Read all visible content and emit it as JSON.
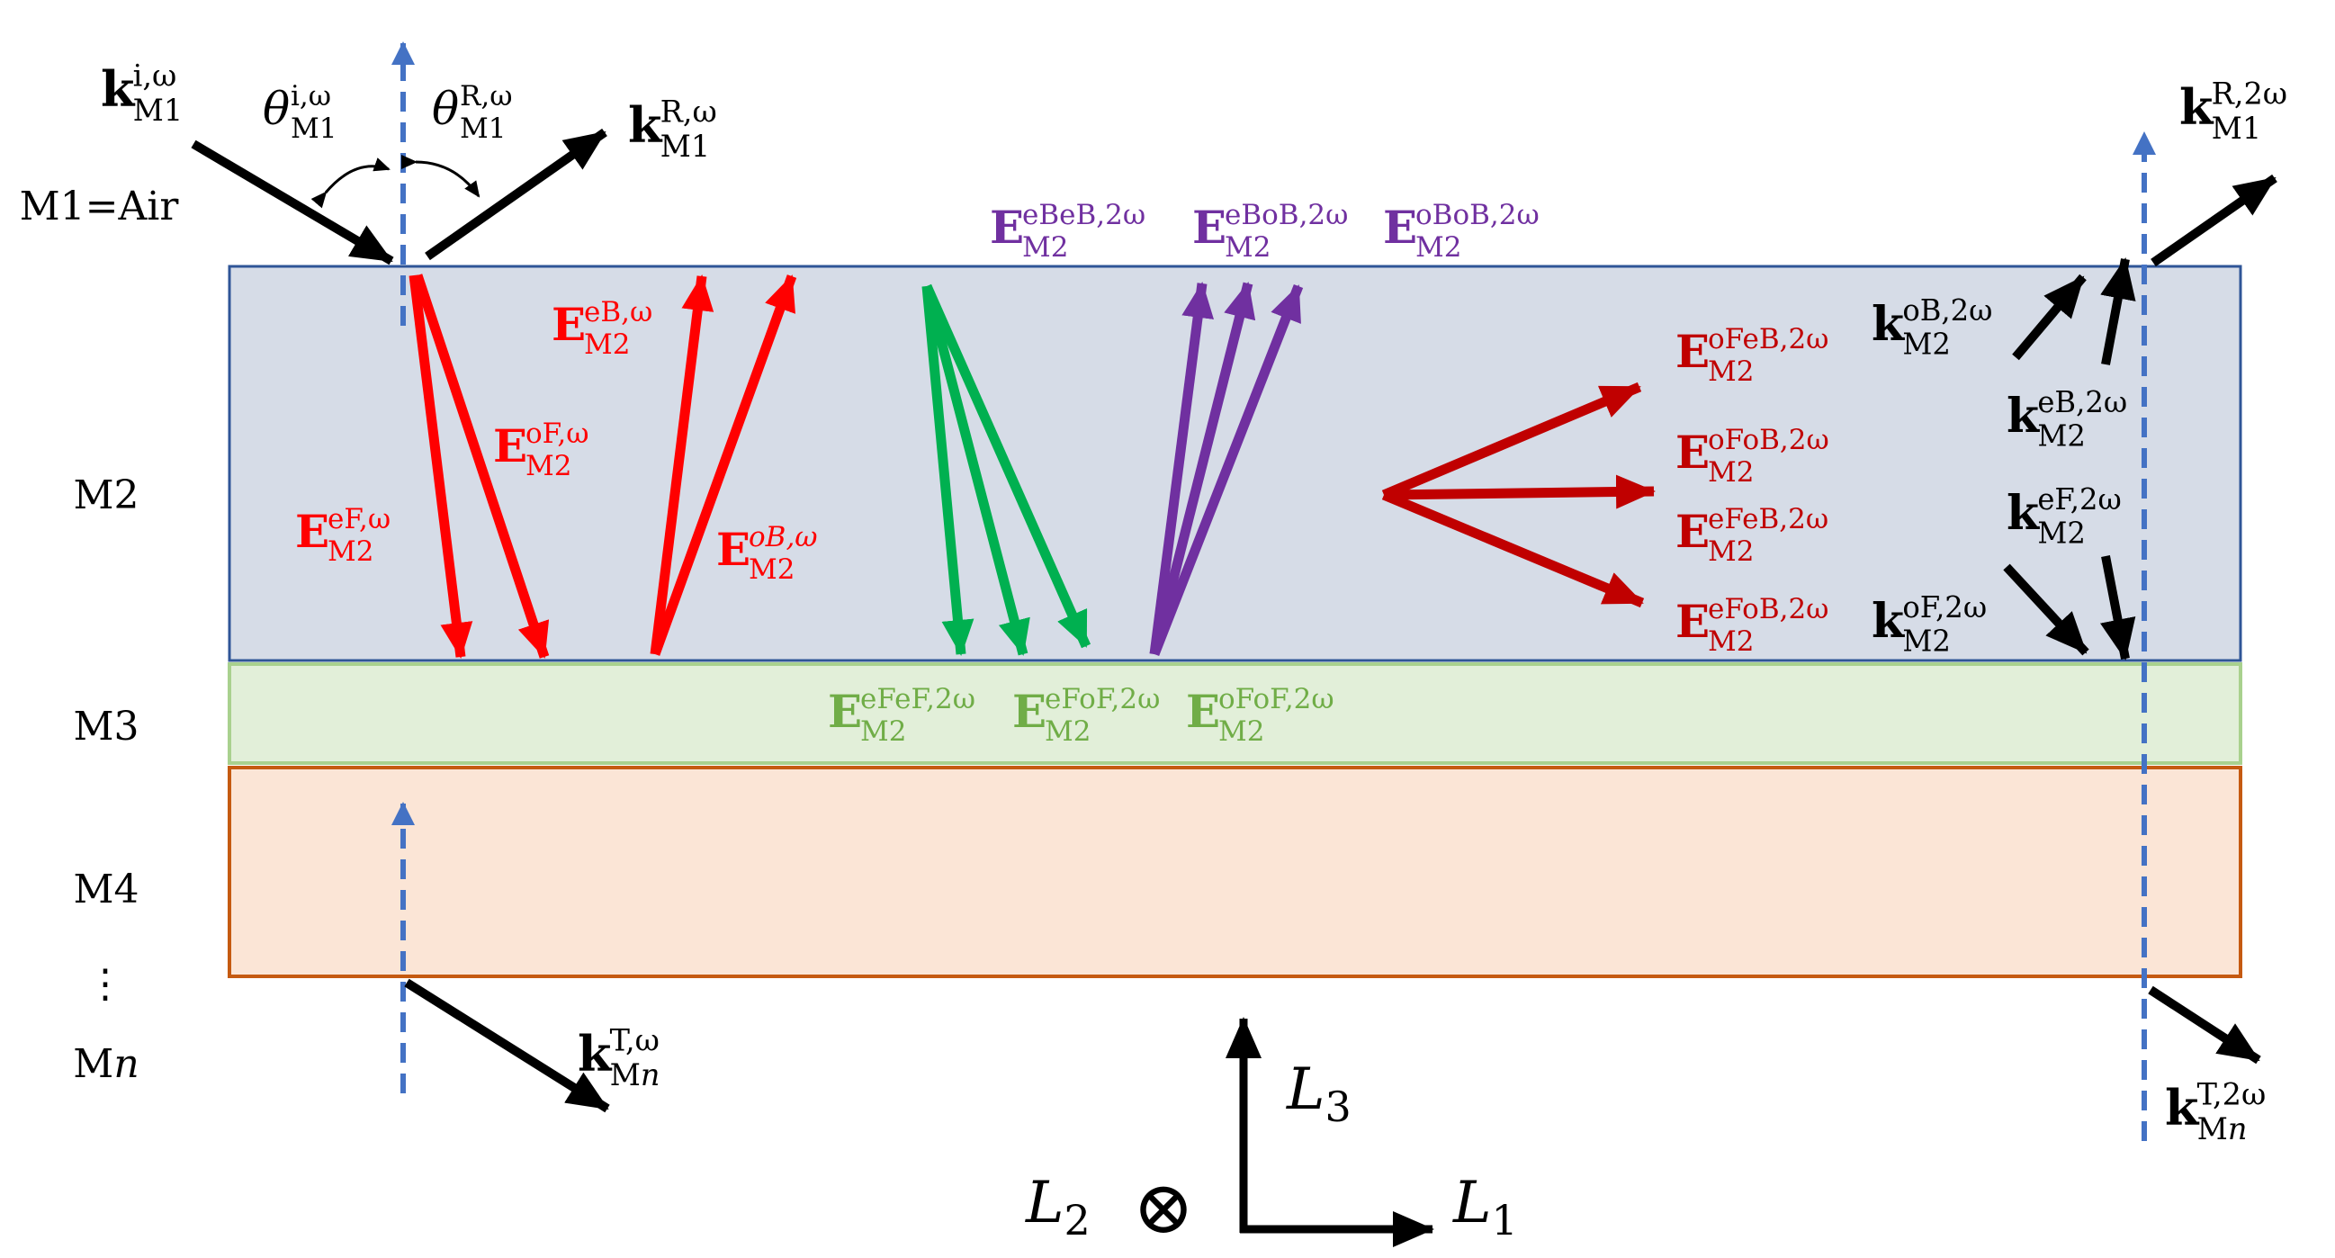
{
  "layers": {
    "m1": "M1=Air",
    "m2": "M2",
    "m3": "M3",
    "m4": "M4",
    "dots": "⋮",
    "mn_prefix": "M",
    "mn_italic": "n"
  },
  "colors": {
    "m2_fill": "#d6dce7",
    "m2_stroke": "#2f5597",
    "m3_fill": "#e2efd9",
    "m3_stroke": "#a9d18e",
    "m4_fill": "#fbe5d6",
    "m4_stroke": "#c55a11",
    "normal": "#4472c4",
    "red": "#ff0000",
    "darkred": "#c00000",
    "green": "#00b050",
    "purple": "#7030a0",
    "black": "#000000"
  },
  "labels": {
    "k_i": {
      "sym": "k",
      "sup": "i,ω",
      "sub": "M1"
    },
    "th_i": {
      "sym": "θ",
      "sup": "i,ω",
      "sub": "M1"
    },
    "th_R": {
      "sym": "θ",
      "sup": "R,ω",
      "sub": "M1"
    },
    "k_R": {
      "sym": "k",
      "sup": "R,ω",
      "sub": "M1"
    },
    "k_R2": {
      "sym": "k",
      "sup": "R,2ω",
      "sub": "M1"
    },
    "E_eBeB": {
      "sym": "E",
      "sup": "eBeB,2ω",
      "sub": "M2"
    },
    "E_eBoB": {
      "sym": "E",
      "sup": "eBoB,2ω",
      "sub": "M2"
    },
    "E_oBoB": {
      "sym": "E",
      "sup": "oBoB,2ω",
      "sub": "M2"
    },
    "E_eB": {
      "sym": "E",
      "sup": "eB,ω",
      "sub": "M2"
    },
    "E_oF": {
      "sym": "E",
      "sup": "oF,ω",
      "sub": "M2"
    },
    "E_eF": {
      "sym": "E",
      "sup": "eF,ω",
      "sub": "M2"
    },
    "E_oB": {
      "sym": "E",
      "sup": "oB,ω",
      "sub": "M2"
    },
    "E_oFeB": {
      "sym": "E",
      "sup": "oFeB,2ω",
      "sub": "M2"
    },
    "E_oFoB": {
      "sym": "E",
      "sup": "oFoB,2ω",
      "sub": "M2"
    },
    "E_eFeB": {
      "sym": "E",
      "sup": "eFeB,2ω",
      "sub": "M2"
    },
    "E_eFoB": {
      "sym": "E",
      "sup": "eFoB,2ω",
      "sub": "M2"
    },
    "k_oB2": {
      "sym": "k",
      "sup": "oB,2ω",
      "sub": "M2"
    },
    "k_eB2": {
      "sym": "k",
      "sup": "eB,2ω",
      "sub": "M2"
    },
    "k_eF2": {
      "sym": "k",
      "sup": "eF,2ω",
      "sub": "M2"
    },
    "k_oF2": {
      "sym": "k",
      "sup": "oF,2ω",
      "sub": "M2"
    },
    "E_eFeF": {
      "sym": "E",
      "sup": "eFeF,2ω",
      "sub": "M2"
    },
    "E_eFoF": {
      "sym": "E",
      "sup": "eFoF,2ω",
      "sub": "M2"
    },
    "E_oFoF": {
      "sym": "E",
      "sup": "oFoF,2ω",
      "sub": "M2"
    },
    "k_T": {
      "sym": "k",
      "sup": "T,ω",
      "sub": "M",
      "subi": "n"
    },
    "k_T2": {
      "sym": "k",
      "sup": "T,2ω",
      "sub": "M",
      "subi": "n"
    }
  },
  "axes": {
    "L1": {
      "sym": "L",
      "sub": "1"
    },
    "L2": {
      "sym": "L",
      "sub": "2"
    },
    "L3": {
      "sym": "L",
      "sub": "3"
    },
    "into_page": "⊗"
  }
}
